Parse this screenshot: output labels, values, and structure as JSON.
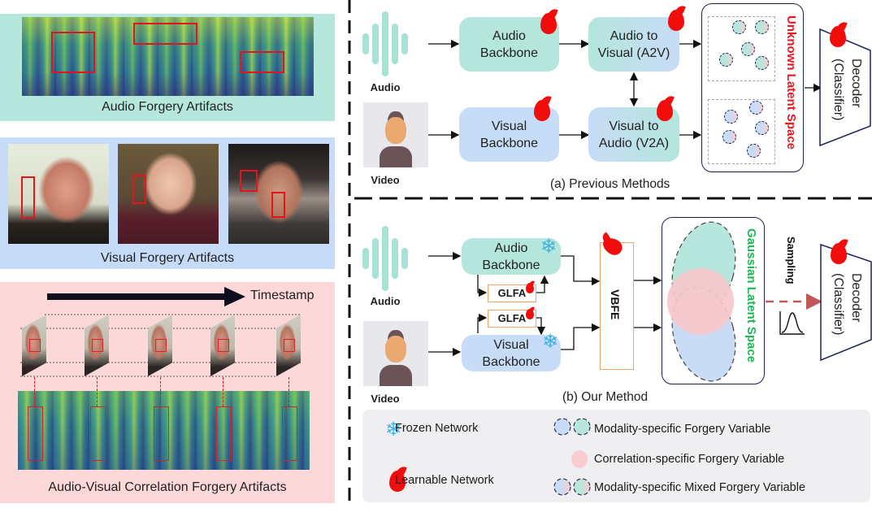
{
  "left_panels": {
    "audio_artifacts": {
      "caption": "Audio Forgery Artifacts"
    },
    "visual_artifacts": {
      "caption": "Visual Forgery Artifacts"
    },
    "correlation_artifacts": {
      "caption": "Audio-Visual Correlation Forgery Artifacts",
      "timestamp_label": "Timestamp"
    }
  },
  "previous_methods": {
    "audio_input_label": "Audio",
    "video_input_label": "Video",
    "audio_backbone": [
      "Audio",
      "Backbone"
    ],
    "visual_backbone": [
      "Visual",
      "Backbone"
    ],
    "a2v": [
      "Audio to",
      "Visual (A2V)"
    ],
    "v2a": [
      "Visual to",
      "Audio (V2A)"
    ],
    "latent_space_label": "Unknown Latent Space",
    "decoder": [
      "Decoder",
      "(Classifier)"
    ],
    "caption": "(a) Previous Methods"
  },
  "our_method": {
    "audio_input_label": "Audio",
    "video_input_label": "Video",
    "audio_backbone": [
      "Audio",
      "Backbone"
    ],
    "visual_backbone": [
      "Visual",
      "Backbone"
    ],
    "glfa_label": "GLFA",
    "vbfe_label": "VBFE",
    "latent_space_label": "Gaussian Latent Space",
    "sampling_label": "Sampling",
    "decoder": [
      "Decoder",
      "(Classifier)"
    ],
    "caption": "(b) Our Method"
  },
  "legend": {
    "frozen": "Frozen Network",
    "learnable": "Learnable Network",
    "modality_specific": "Modality-specific Forgery Variable",
    "correlation_specific": "Correlation-specific Forgery Variable",
    "modality_mixed": "Modality-specific Mixed Forgery Variable"
  },
  "colors": {
    "audio_teal": "#b4e6dc",
    "visual_blue": "#c7dcf7",
    "correlation_pink": "#f8cfd2",
    "flame_red": "#f20d0d",
    "snow_blue": "#3fb1e8",
    "latent_red": "#f0141e",
    "latent_green": "#1db954"
  }
}
